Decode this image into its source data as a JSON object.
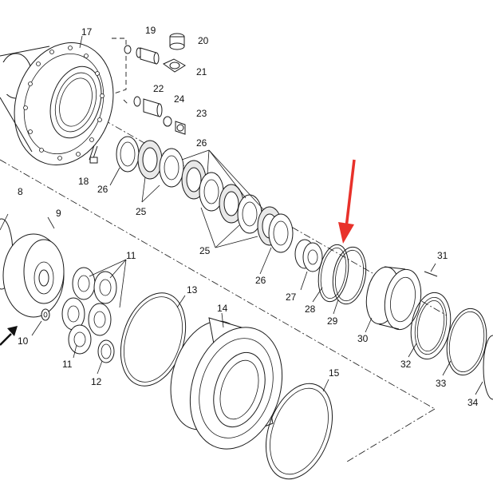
{
  "labels": {
    "p17": "17",
    "p19": "19",
    "p20": "20",
    "p21": "21",
    "p22": "22",
    "p23": "23",
    "p24": "24",
    "p18": "18",
    "p26a": "26",
    "p26b": "26",
    "p26c": "26",
    "p25a": "25",
    "p25b": "25",
    "p8": "8",
    "p9": "9",
    "p11a": "11",
    "p11b": "11",
    "p10": "10",
    "p12": "12",
    "p13": "13",
    "p14": "14",
    "p15": "15",
    "p27": "27",
    "p28": "28",
    "p29": "29",
    "p30": "30",
    "p31": "31",
    "p32": "32",
    "p33": "33",
    "p34": "34"
  },
  "colors": {
    "highlight_arrow": "#e8312a",
    "line": "#1a1a1a",
    "background": "#ffffff"
  }
}
